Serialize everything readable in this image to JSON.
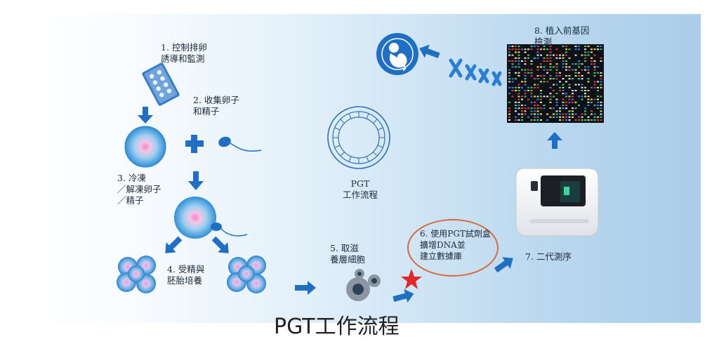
{
  "title": "PGT工作流程",
  "steps": {
    "s1": "1. 控制排卵\n誘導和監測",
    "s2": "2. 收集卵子\n和精子",
    "s3": "3. 冷凍\n／解凍卵子\n／精子",
    "s4": "4. 受精與\n胚胎培養",
    "s5": "5. 取滋\n養層細胞",
    "s6": "6. 使用PGT試劑盒\n擴增DNA並\n建立數據庫",
    "s7": "7. 二代測序",
    "s8": "8. 植入前基因\n檢測"
  },
  "center_label": "PGT\n工作流程",
  "colors": {
    "arrow": "#1f6fc4",
    "embryo_icon": "#1f6fc4",
    "chromosome": "#2a7fd4",
    "star": "#e02828",
    "highlight_ring": "#d96a3a"
  },
  "icons": {
    "pill_pack": "pill-blister-icon",
    "plus": "plus-icon",
    "sperm": "sperm-icon",
    "egg": "egg-cell-icon",
    "embryo": "embryo-cluster-icon",
    "blastocyst": "blastocyst-icon",
    "cells": "biopsy-cells-icon",
    "sequencer": "sequencer-icon",
    "gel": "sequencing-readout-icon",
    "chromosome": "chromosome-icon",
    "fetus": "fetus-icon"
  }
}
